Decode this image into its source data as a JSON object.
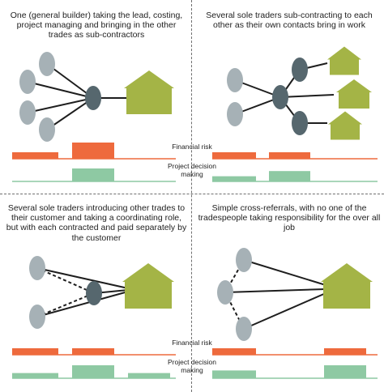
{
  "colors": {
    "person": "#a6b1b6",
    "coordinator": "#56676e",
    "house": "#a4b446",
    "financial_risk": "#ee6a3d",
    "decision_making": "#8ec9a3",
    "line": "#1e1e1e"
  },
  "icons": {
    "person": "person-oval-icon",
    "coordinator": "coordinator-oval-icon",
    "house": "house-icon"
  },
  "labels": {
    "financial_risk": "Financial risk",
    "decision_making": "Project decision making"
  },
  "panels": [
    {
      "caption": "One (general builder) taking the lead, costing, project managing and bringing in the other trades as sub-contractors",
      "financial_risk": [
        0.4,
        1.0
      ],
      "decision_making": [
        0.0,
        1.0,
        0.0
      ]
    },
    {
      "caption": "Several sole traders sub-contracting to each other as their own contacts bring in work",
      "financial_risk": [
        0.4,
        0.4
      ],
      "decision_making": [
        0.4,
        0.8
      ]
    },
    {
      "caption": "Several sole traders introducing other trades to their customer and taking a coordinating role, but with each contracted and paid separately by the customer",
      "financial_risk": [
        0.4,
        0.4
      ],
      "decision_making": [
        0.4,
        1.0,
        0.4
      ]
    },
    {
      "caption": "Simple cross-referrals, with no one of the tradespeople taking responsibility for the over all job",
      "financial_risk": [
        0.4,
        0.0,
        0.4
      ],
      "decision_making": [
        0.6,
        0.0,
        1.0
      ]
    }
  ]
}
